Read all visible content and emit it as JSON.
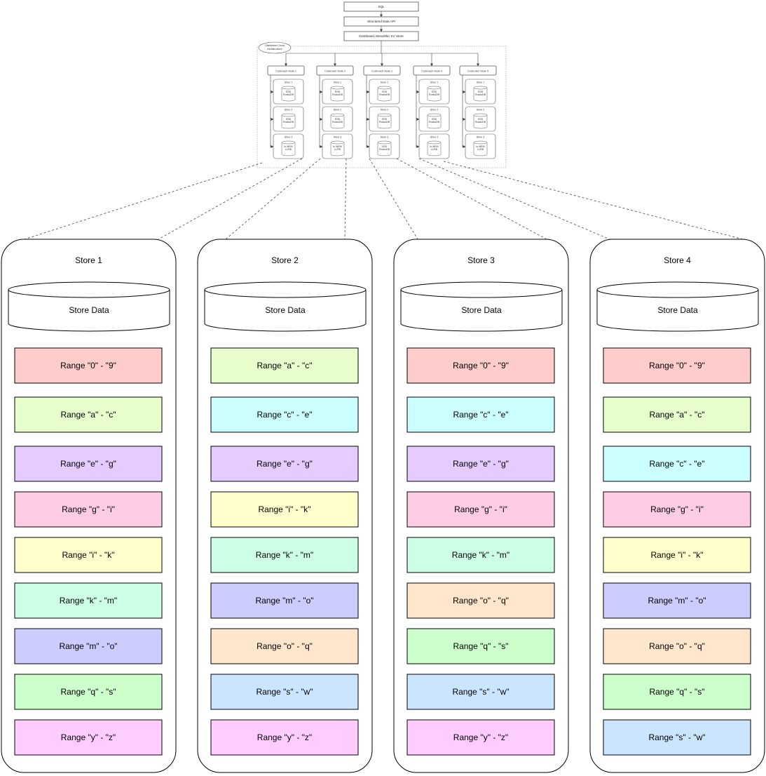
{
  "top_stack": [
    {
      "label": "SQL"
    },
    {
      "label": "Structured Data API"
    },
    {
      "label": "Distributed, Monolithic KV Store"
    }
  ],
  "cloud_label_lines": [
    "Distributed Cloud",
    "Infrastructure"
  ],
  "nodes": [
    {
      "label": "Cockroach Node 1",
      "stores": [
        {
          "label": "Store 1",
          "db": [
            "SSD",
            "RocksDB"
          ]
        },
        {
          "label": "Store 2",
          "db": [
            "SSD",
            "RocksDB"
          ]
        },
        {
          "label": "Store 3",
          "db": [
            "in MEM",
            "LLRB"
          ]
        }
      ]
    },
    {
      "label": "Cockroach Node 2",
      "stores": [
        {
          "label": "Store 1",
          "db": [
            "SSD",
            "RocksDB"
          ]
        },
        {
          "label": "Store 2",
          "db": [
            "SSD",
            "RocksDB"
          ]
        },
        {
          "label": "Store 3",
          "db": [
            "in MEM",
            "LLRB"
          ]
        }
      ]
    },
    {
      "label": "Cockroach Node 3",
      "stores": [
        {
          "label": "Store 1",
          "db": [
            "SSD",
            "RocksDB"
          ]
        },
        {
          "label": "Store 2",
          "db": [
            "SSD",
            "RocksDB"
          ]
        },
        {
          "label": "Store 3",
          "db": [
            "SSD",
            "RocksDB"
          ]
        }
      ]
    },
    {
      "label": "Cockroach Node 4",
      "stores": [
        {
          "label": "Store 1",
          "db": [
            "SSD",
            "RocksDB"
          ]
        },
        {
          "label": "Store 2",
          "db": [
            "SSD",
            "RocksDB"
          ]
        },
        {
          "label": "Store 3",
          "db": [
            "in MEM",
            "LLRB"
          ]
        }
      ]
    },
    {
      "label": "Cockroach Node 5",
      "stores": [
        {
          "label": "Store 1",
          "db": [
            "SSD",
            "RocksDB"
          ]
        },
        {
          "label": "Store 2",
          "db": [
            "SSD",
            "RocksDB"
          ]
        },
        {
          "label": "Store 3",
          "db": [
            "in MEM",
            "LLRB"
          ]
        }
      ]
    }
  ],
  "colors": {
    "0-9": "#ffcccc",
    "a-c": "#e6ffcc",
    "c-e": "#ccffff",
    "e-g": "#e5ccff",
    "g-i": "#ffcce6",
    "i-k": "#ffffcc",
    "k-m": "#ccffe6",
    "m-o": "#ccccff",
    "o-q": "#ffe6cc",
    "q-s": "#ccffcc",
    "s-w": "#cce5ff",
    "y-z": "#ffccff"
  },
  "stores": [
    {
      "title": "Store 1",
      "data_label": "Store Data",
      "ranges": [
        {
          "label": "Range \"0\" - \"9\"",
          "color_key": "0-9"
        },
        {
          "label": "Range \"a\" - \"c\"",
          "color_key": "a-c"
        },
        {
          "label": "Range \"e\" - \"g\"",
          "color_key": "e-g"
        },
        {
          "label": "Range \"g\" - \"i\"",
          "color_key": "g-i"
        },
        {
          "label": "Range \"i\" - \"k\"",
          "color_key": "i-k"
        },
        {
          "label": "Range \"k\" - \"m\"",
          "color_key": "k-m"
        },
        {
          "label": "Range \"m\" - \"o\"",
          "color_key": "m-o"
        },
        {
          "label": "Range \"q\" - \"s\"",
          "color_key": "q-s"
        },
        {
          "label": "Range \"y\" - \"z\"",
          "color_key": "y-z"
        }
      ]
    },
    {
      "title": "Store 2",
      "data_label": "Store Data",
      "ranges": [
        {
          "label": "Range \"a\" - \"c\"",
          "color_key": "a-c"
        },
        {
          "label": "Range \"c\" - \"e\"",
          "color_key": "c-e"
        },
        {
          "label": "Range \"e\" - \"g\"",
          "color_key": "e-g"
        },
        {
          "label": "Range \"i\" - \"k\"",
          "color_key": "i-k"
        },
        {
          "label": "Range \"k\" - \"m\"",
          "color_key": "k-m"
        },
        {
          "label": "Range \"m\" - \"o\"",
          "color_key": "m-o"
        },
        {
          "label": "Range \"o\" - \"q\"",
          "color_key": "o-q"
        },
        {
          "label": "Range \"s\" - \"w\"",
          "color_key": "s-w"
        },
        {
          "label": "Range \"y\" - \"z\"",
          "color_key": "y-z"
        }
      ]
    },
    {
      "title": "Store 3",
      "data_label": "Store Data",
      "ranges": [
        {
          "label": "Range \"0\" - \"9\"",
          "color_key": "0-9"
        },
        {
          "label": "Range \"c\" - \"e\"",
          "color_key": "c-e"
        },
        {
          "label": "Range \"e\" - \"g\"",
          "color_key": "e-g"
        },
        {
          "label": "Range \"g\" - \"i\"",
          "color_key": "g-i"
        },
        {
          "label": "Range \"k\" - \"m\"",
          "color_key": "k-m"
        },
        {
          "label": "Range \"o\" - \"q\"",
          "color_key": "o-q"
        },
        {
          "label": "Range \"q\" - \"s\"",
          "color_key": "q-s"
        },
        {
          "label": "Range \"s\" - \"w\"",
          "color_key": "s-w"
        },
        {
          "label": "Range \"y\" - \"z\"",
          "color_key": "y-z"
        }
      ]
    },
    {
      "title": "Store 4",
      "data_label": "Store Data",
      "ranges": [
        {
          "label": "Range \"0\" - \"9\"",
          "color_key": "0-9"
        },
        {
          "label": "Range \"a\" - \"c\"",
          "color_key": "a-c"
        },
        {
          "label": "Range \"c\" - \"e\"",
          "color_key": "c-e"
        },
        {
          "label": "Range \"g\" - \"i\"",
          "color_key": "g-i"
        },
        {
          "label": "Range \"i\" - \"k\"",
          "color_key": "i-k"
        },
        {
          "label": "Range \"m\" - \"o\"",
          "color_key": "m-o"
        },
        {
          "label": "Range \"o\" - \"q\"",
          "color_key": "o-q"
        },
        {
          "label": "Range \"q\" - \"s\"",
          "color_key": "q-s"
        },
        {
          "label": "Range \"s\" - \"w\"",
          "color_key": "s-w"
        }
      ]
    }
  ]
}
